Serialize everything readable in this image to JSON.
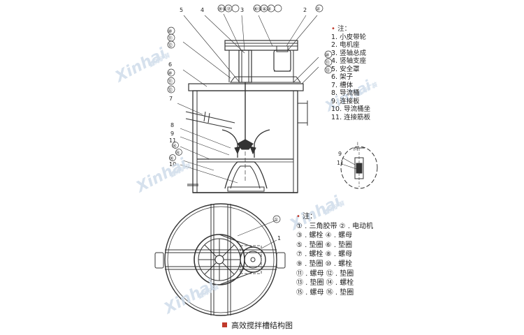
{
  "top_view": {
    "callouts": [
      "5",
      "4",
      "⑨⑧⑦",
      "3",
      "⑥⑤④③",
      "2",
      "②",
      "⑩",
      "⑪",
      "⑫",
      "⑬",
      "⑪",
      "⑮",
      "⑯",
      "⑭",
      "⑮",
      "⑯",
      "6",
      "⑩",
      "⑪",
      "⑫",
      "7",
      "8",
      "9",
      "11",
      "10"
    ],
    "left_labels": [
      {
        "text": "⑩"
      },
      {
        "text": "⑪"
      },
      {
        "text": "⑫"
      },
      {
        "text": "6"
      },
      {
        "text": "⑩"
      },
      {
        "text": "⑪"
      },
      {
        "text": "⑫"
      },
      {
        "text": "7"
      },
      {
        "text": "8"
      },
      {
        "text": "9"
      },
      {
        "text": "11"
      },
      {
        "text": "⑭"
      },
      {
        "text": "⑮"
      },
      {
        "text": "⑯"
      },
      {
        "text": "10"
      }
    ],
    "top_labels": [
      {
        "text": "5"
      },
      {
        "text": "4"
      },
      {
        "text": "⑨⑧⑦"
      },
      {
        "text": "3"
      },
      {
        "text": "⑥⑤④③"
      },
      {
        "text": "2"
      },
      {
        "text": "②"
      }
    ],
    "right_labels": [
      {
        "text": "⑩"
      },
      {
        "text": "⑪"
      },
      {
        "text": "⑬"
      }
    ]
  },
  "detail": {
    "label_top": "I",
    "label_i": "I–I",
    "label_9": "9",
    "label_11": "11"
  },
  "bottom_view": {
    "label_1": "1",
    "label_circ1": "①"
  },
  "legend_top": {
    "header": "注：",
    "items": [
      "1. 小皮带轮",
      "2. 电机座",
      "3. 竖轴总成",
      "4. 竖轴支座",
      "5. 安全罩",
      "6. 架子",
      "7. 槽体",
      "8. 导流桶",
      "9. 连接板",
      "10. 导流桶坐",
      "11. 连接筋板"
    ]
  },
  "legend_bottom": {
    "header": "注：",
    "items": [
      "① . 三角胶带 ② . 电动机",
      "③ . 螺栓 ④ . 螺母",
      "⑤ . 垫圈 ⑥ . 垫圈",
      "⑦ . 螺栓 ⑧ . 螺母",
      "⑨ . 垫圈 ⑩ . 螺栓",
      "⑪ . 螺母 ⑫ . 垫圈",
      "⑬ . 垫圈 ⑭ . 螺栓",
      "⑮ . 螺母 ⑯ . 垫圈"
    ]
  },
  "caption": "高效搅拌槽结构图",
  "watermark": {
    "brand": "Xinhai",
    "sub": "鑫海矿装"
  },
  "colors": {
    "accent": "#c0392b",
    "line": "#333333",
    "watermark": "#cfdcea"
  }
}
